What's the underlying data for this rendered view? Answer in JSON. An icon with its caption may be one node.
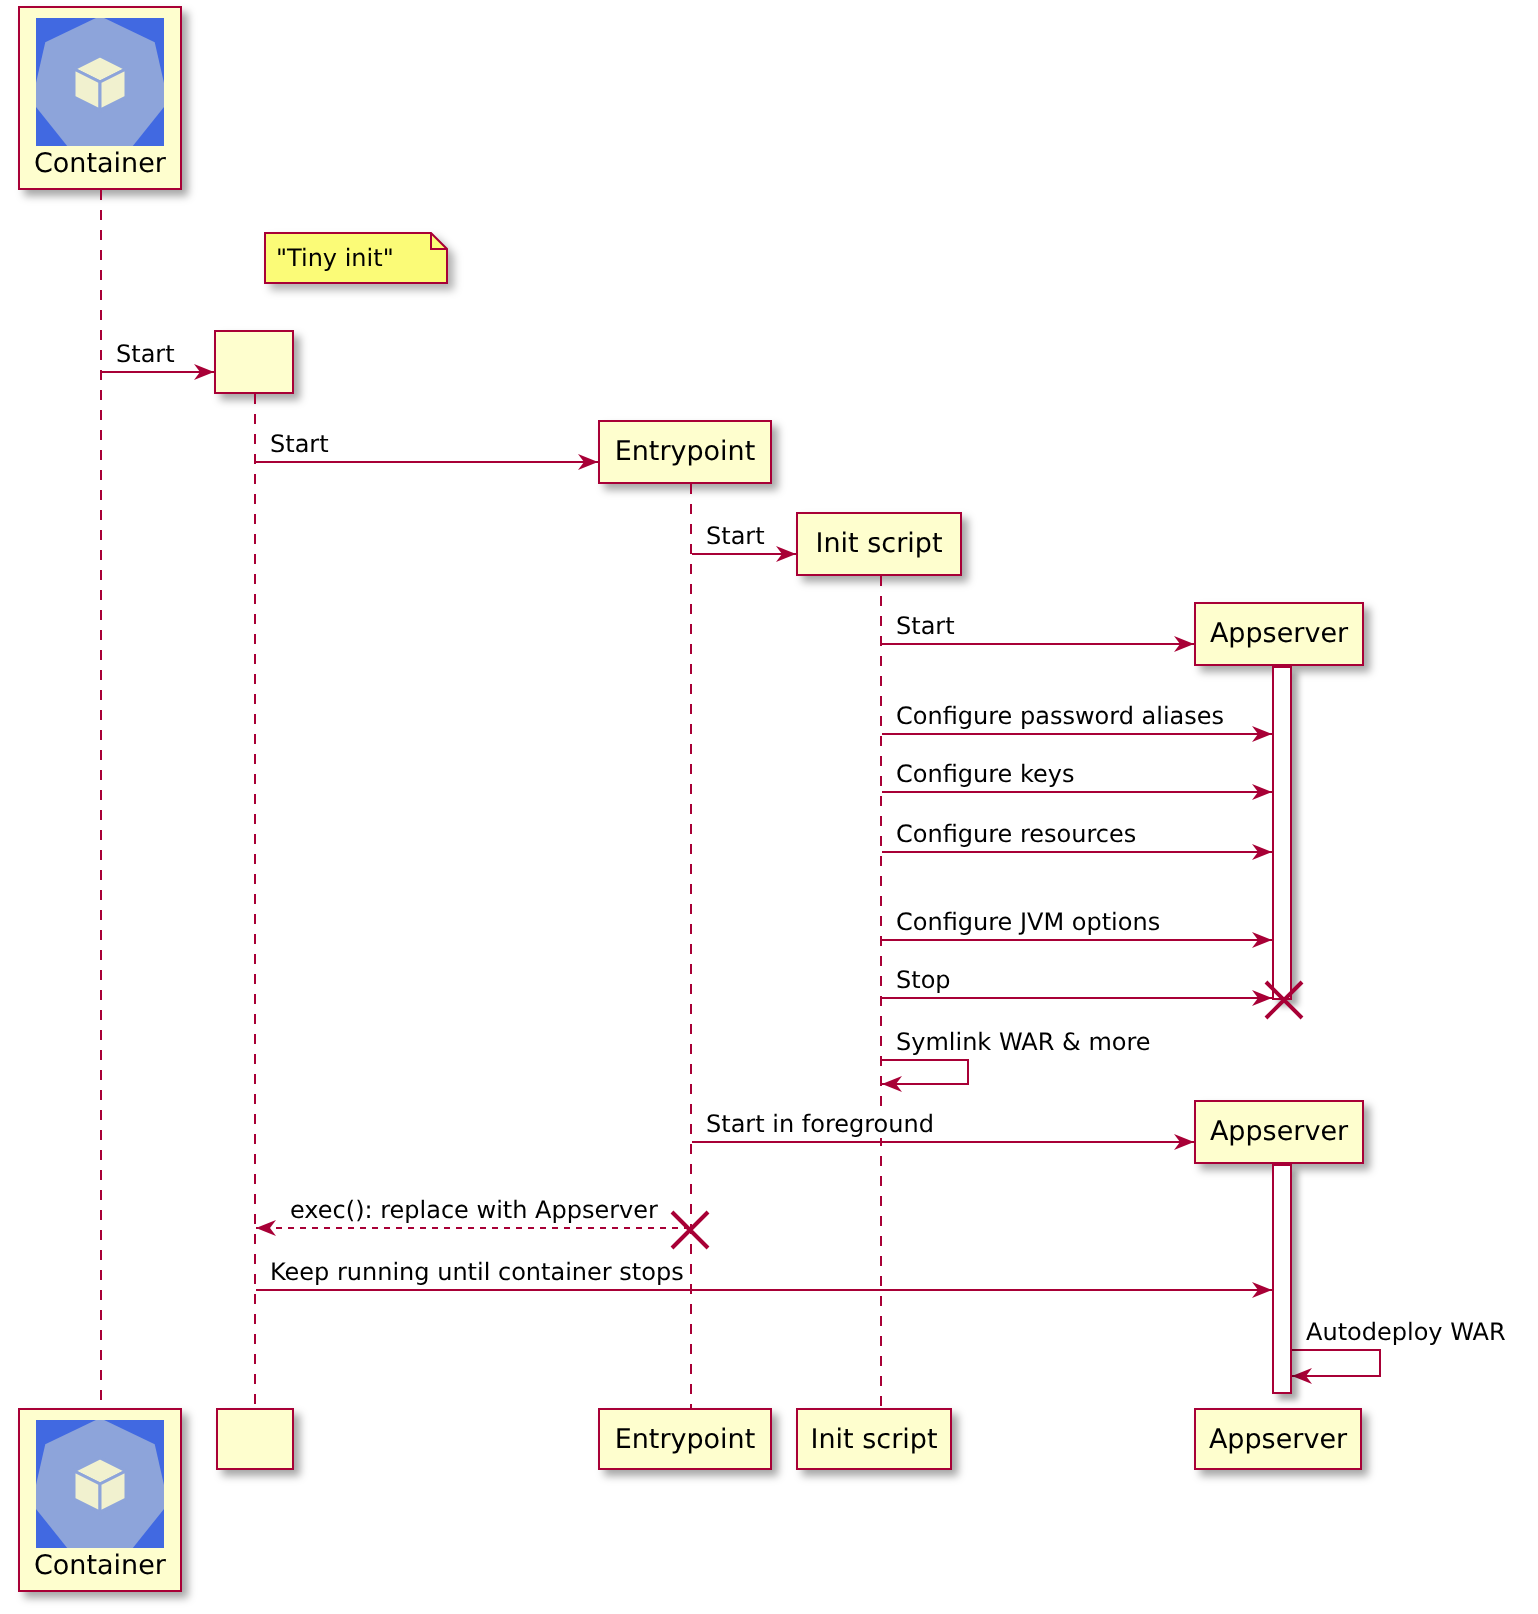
{
  "diagram": {
    "nodes": [
      {
        "text": [
          "Container"
        ]
      },
      {
        "text": [
          "\"Tiny init\""
        ]
      },
      {
        "text": [],
        "shape": "box"
      },
      {
        "text": [
          "Entrypoint"
        ]
      },
      {
        "text": [
          "Init script"
        ]
      },
      {
        "text": [
          "Appserver"
        ]
      },
      {
        "text": [
          "Appserver"
        ]
      },
      {
        "text": [],
        "shape": "line"
      },
      {
        "text": [],
        "shape": "line"
      },
      {
        "text": [],
        "shape": "line"
      },
      {
        "text": [],
        "shape": "line"
      },
      {
        "text": [],
        "shape": "bar"
      },
      {
        "text": [],
        "shape": "bar"
      },
      {
        "text": [
          "Container"
        ]
      },
      {
        "text": [],
        "shape": "box"
      },
      {
        "text": [
          "Entrypoint"
        ]
      },
      {
        "text": [
          "Init script"
        ]
      },
      {
        "text": [
          "Appserver"
        ]
      }
    ],
    "edges": [
      {
        "from": 7,
        "to": 2,
        "arrow": "to",
        "label": "Start"
      },
      {
        "from": 8,
        "to": 3,
        "arrow": "to",
        "label": "Start"
      },
      {
        "from": 9,
        "to": 4,
        "arrow": "to",
        "label": "Start"
      },
      {
        "from": 10,
        "to": 5,
        "arrow": "to",
        "label": "Start"
      },
      {
        "from": 10,
        "to": 11,
        "arrow": "to",
        "label": "Configure password aliases"
      },
      {
        "from": 10,
        "to": 11,
        "arrow": "to",
        "label": "Configure keys"
      },
      {
        "from": 10,
        "to": 11,
        "arrow": "to",
        "label": "Configure resources"
      },
      {
        "from": 10,
        "to": 11,
        "arrow": "to",
        "label": "Configure JVM options"
      },
      {
        "from": 10,
        "to": 11,
        "arrow": "to",
        "label": "Stop"
      },
      {
        "from": 10,
        "to": 10,
        "arrow": "to",
        "label": "Symlink WAR & more"
      },
      {
        "from": 9,
        "to": 6,
        "arrow": "to",
        "label": "Start in foreground"
      },
      {
        "from": 9,
        "to": 8,
        "arrow": "to",
        "label": "exec(): replace with Appserver",
        "style": "dashed"
      },
      {
        "from": 8,
        "to": 12,
        "arrow": "to",
        "label": "Keep running until container stops"
      },
      {
        "from": 12,
        "to": 12,
        "arrow": "to",
        "label": "Autodeploy WAR"
      }
    ]
  }
}
